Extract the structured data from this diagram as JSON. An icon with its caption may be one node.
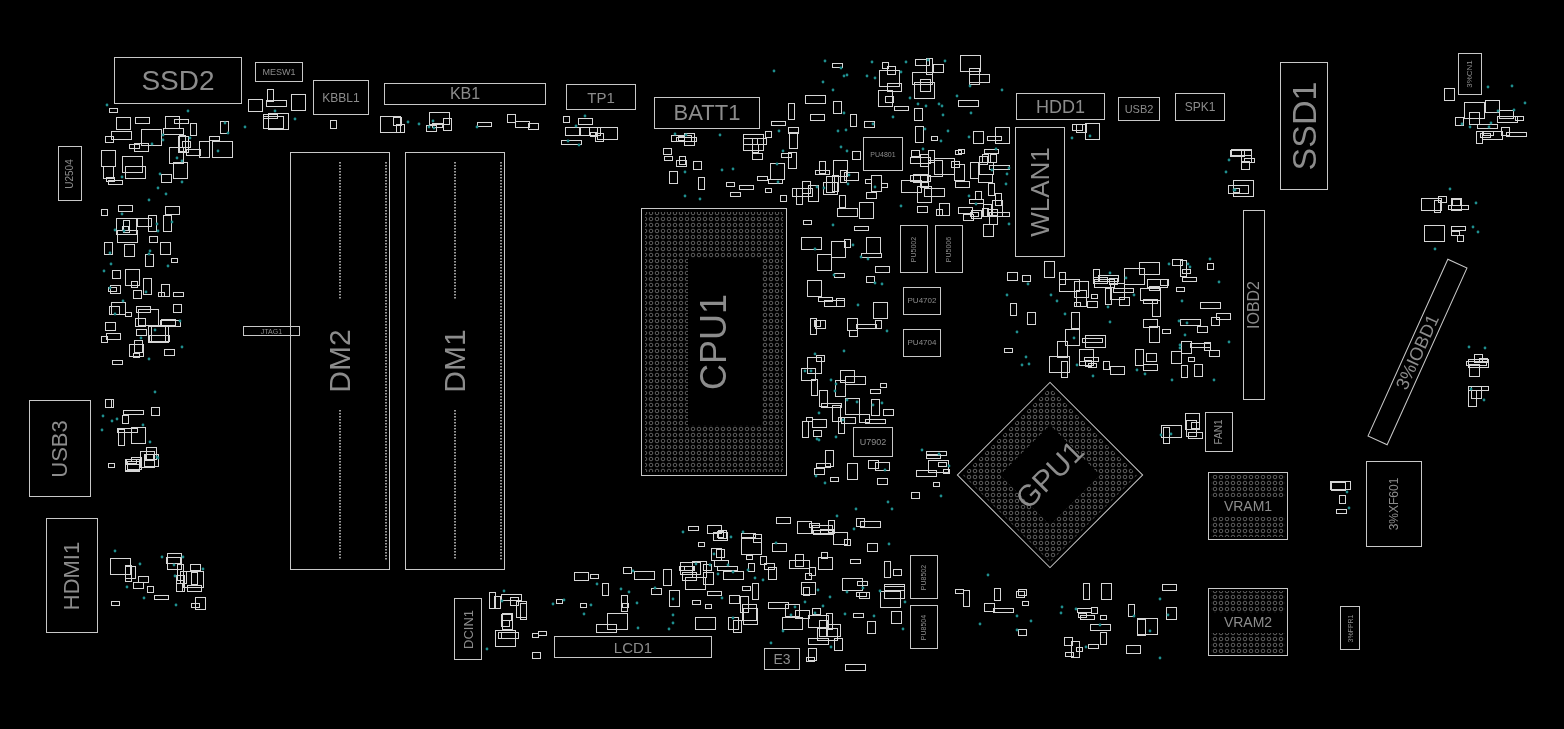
{
  "diagram": {
    "nodes": [
      {
        "text": [
          "SSD2"
        ]
      },
      {
        "text": [
          "MESW1"
        ]
      },
      {
        "text": [
          "KBBL1"
        ]
      },
      {
        "text": [
          "KB1"
        ]
      },
      {
        "text": [
          "TP1"
        ]
      },
      {
        "text": [
          "BATT1"
        ]
      },
      {
        "text": [
          "HDD1"
        ]
      },
      {
        "text": [
          "USB2"
        ]
      },
      {
        "text": [
          "SPK1"
        ]
      },
      {
        "text": [
          "SSD1"
        ]
      },
      {
        "text": [
          "3%CN1"
        ]
      },
      {
        "text": [
          "U2504"
        ]
      },
      {
        "text": [
          "JTAG1"
        ]
      },
      {
        "text": [
          "DM2"
        ]
      },
      {
        "text": [
          "DM1"
        ]
      },
      {
        "text": [
          "CPU1"
        ]
      },
      {
        "text": [
          "WLAN1"
        ]
      },
      {
        "text": [
          "PU4801"
        ]
      },
      {
        "text": [
          "PU5002"
        ]
      },
      {
        "text": [
          "PU5006"
        ]
      },
      {
        "text": [
          "PU4702"
        ]
      },
      {
        "text": [
          "PU4704"
        ]
      },
      {
        "text": [
          "IOBD2"
        ]
      },
      {
        "text": [
          "3%IOBD1"
        ]
      },
      {
        "text": [
          "USB3"
        ]
      },
      {
        "text": [
          "HDMI1"
        ]
      },
      {
        "text": [
          "U7902"
        ]
      },
      {
        "text": [
          "GPU1"
        ]
      },
      {
        "text": [
          "FAN1"
        ]
      },
      {
        "text": [
          "VRAM1"
        ]
      },
      {
        "text": [
          "VRAM2"
        ]
      },
      {
        "text": [
          "3%XF601"
        ]
      },
      {
        "text": [
          "3%FPR1"
        ]
      },
      {
        "text": [
          "DCIN1"
        ]
      },
      {
        "text": [
          "LCD1"
        ]
      },
      {
        "text": [
          "E3"
        ]
      },
      {
        "text": [
          "PU8502"
        ]
      },
      {
        "text": [
          "PU8504"
        ]
      }
    ]
  }
}
